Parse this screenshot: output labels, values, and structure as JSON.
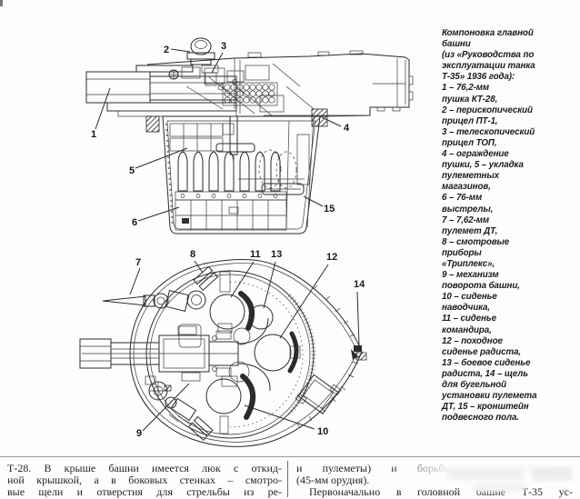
{
  "figure": {
    "caption": "Компоновка главной\nбашни\n(из «Руководства по\nэксплуатации танка\nТ-35» 1936 года):\n1 – 76,2-мм\nпушка КТ-28,\n2 – перископический\nприцел ПТ-1,\n3 – телескопический\nприцел ТОП,\n4 – ограждение\nпушки, 5 – укладка\nпулеметных\nмагазинов,\n6 – 76-мм\nвыстрелы,\n7 – 7,62-мм\nпулемет ДТ,\n8 – смотровые\nприборы\n«Триплекс»,\n9 – механизм\nповорота башни,\n10 – сиденье\nнаводчика,\n11 – сиденье\nкомандира,\n12 – походное\nсиденье радиста,\n13 – боевое сиденье\nрадиста, 14 – щель\nдля бугельной\nустановки пулемета\nДТ, 15 – кронштейн\nподвесного пола.",
    "labels": {
      "n1": "1",
      "n2": "2",
      "n3": "3",
      "n4": "4",
      "n5": "5",
      "n6": "6",
      "n7": "7",
      "n8": "8",
      "n9": "9",
      "n10": "10",
      "n11": "11",
      "n12": "12",
      "n13": "13",
      "n14": "14",
      "n15": "15"
    }
  },
  "footer": {
    "left": [
      "Т-28. В крыше башни имеется люк с откид-",
      "ной крышкой, а в боковых стенках – смотро-",
      "вые щели и отверстия для стрельбы из ре-"
    ],
    "right": [
      "и пулеметы) и борьбы с бронеобъектами",
      "(45-мм орудия).",
      "Первоначально в головной башне Т-35 ус-"
    ]
  }
}
